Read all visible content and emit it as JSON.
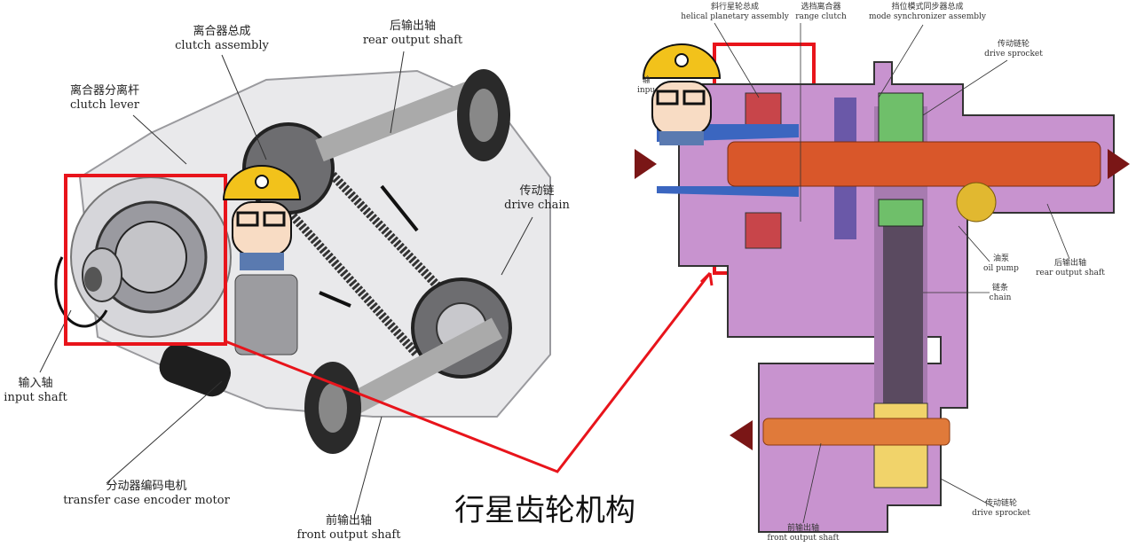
{
  "left_diagram": {
    "labels": [
      {
        "zh": "离合器总成",
        "en": "clutch assembly"
      },
      {
        "zh": "后输出轴",
        "en": "rear output shaft"
      },
      {
        "zh": "离合器分离杆",
        "en": "clutch lever"
      },
      {
        "zh": "传动链",
        "en": "drive chain"
      },
      {
        "zh": "输入轴",
        "en": "input shaft"
      },
      {
        "zh": "分动器编码电机",
        "en": "transfer case encoder motor"
      },
      {
        "zh": "前输出轴",
        "en": "front output shaft"
      }
    ]
  },
  "right_diagram": {
    "labels": [
      {
        "zh": "斜行星轮总成",
        "en": "helical planetary assembly"
      },
      {
        "zh": "选挡离合器",
        "en": "range clutch"
      },
      {
        "zh": "挡位模式同步器总成",
        "en": "mode synchronizer assembly"
      },
      {
        "zh": "传动链轮",
        "en": "drive sprocket"
      },
      {
        "zh": "输",
        "en": "inpu"
      },
      {
        "zh": "油泵",
        "en": "oil pump"
      },
      {
        "zh": "后输出轴",
        "en": "rear output shaft"
      },
      {
        "zh": "链条",
        "en": "chain"
      },
      {
        "zh": "前输出轴",
        "en": "front output shaft"
      },
      {
        "zh": "传动链轮",
        "en": "drive sprocket"
      }
    ]
  },
  "annotation": "行星齿轮机构",
  "colors": {
    "highlight": "#e8141b",
    "housing": "#c893cf",
    "shaft": "#d9572a",
    "arrow": "#7a1616"
  }
}
